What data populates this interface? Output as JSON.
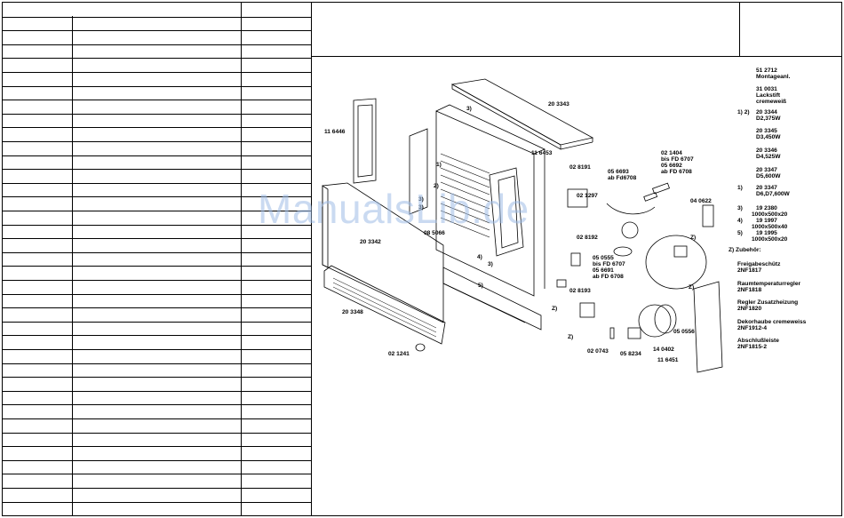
{
  "watermark": "ManualsLib.de",
  "callouts": {
    "c116446": "11 6446",
    "c203343": "20 3343",
    "c116453": "11 6453",
    "c028191": "02 8191",
    "c203342": "20 3342",
    "c085066": "08 5066",
    "c203348": "20 3348",
    "c021241": "02 1241",
    "c056693": "05 6693",
    "c_ab_fd6708": "ab Fd6708",
    "c021404": "02 1404",
    "c_bis_fd6707_a": "bis FD 6707",
    "c056692": "05 6692",
    "c_ab_fd6708_b": "ab FD 6708",
    "c021297": "02 1297",
    "c040622": "04 0622",
    "c028192": "02 8192",
    "c050555": "05 0555",
    "c_bis_fd6707_b": "bis FD 6707",
    "c056691": "05 6691",
    "c_ab_fd6708_c": "ab FD 6708",
    "c028193": "02 8193",
    "c020743": "02 0743",
    "c058234": "05 8234",
    "c140402": "14 0402",
    "c116451": "11 6451",
    "c050556": "05 0556",
    "m1a": "1)",
    "m2": "2)",
    "m3a": "3)",
    "m3b": "3)",
    "m3c": "3)",
    "m4": "4)",
    "m3d": "3)",
    "m5": "5)",
    "mz1": "Z)",
    "mz2": "Z)",
    "mz3": "Z)",
    "mz4": "Z)"
  },
  "legend": {
    "l1": "51 2712",
    "l2": "Montageanl.",
    "l3": "31 0031",
    "l4": "Lackstift",
    "l5": "cremeweiß",
    "l6n": "1) 2)",
    "l6": "20 3344",
    "l7": "D2,375W",
    "l8": "20 3345",
    "l9": "D3,450W",
    "l10": "20 3346",
    "l11": "D4,525W",
    "l12": "20 3347",
    "l13": "D5,600W",
    "l14n": "1)",
    "l14": "20 3347",
    "l15": "D6,D7,600W",
    "l16n": "3)",
    "l16": "19 2380",
    "l17": "1000x500x20",
    "l18n": "4)",
    "l18": "19 1997",
    "l19": "1000x500x40",
    "l20n": "5)",
    "l20": "19 1995",
    "l21": "1000x500x20",
    "l22": "Z) Zubehör:",
    "l23": "Freigabeschütz",
    "l24": "2NF1817",
    "l25": "Raumtemperaturregler",
    "l26": "2NF1818",
    "l27": "Regler Zusatzheizung",
    "l28": "2NF1820",
    "l29": "Dekorhaube cremeweiss",
    "l30": "2NF1912-4",
    "l31": "Abschlußleiste",
    "l32": "2NF1815-2"
  }
}
